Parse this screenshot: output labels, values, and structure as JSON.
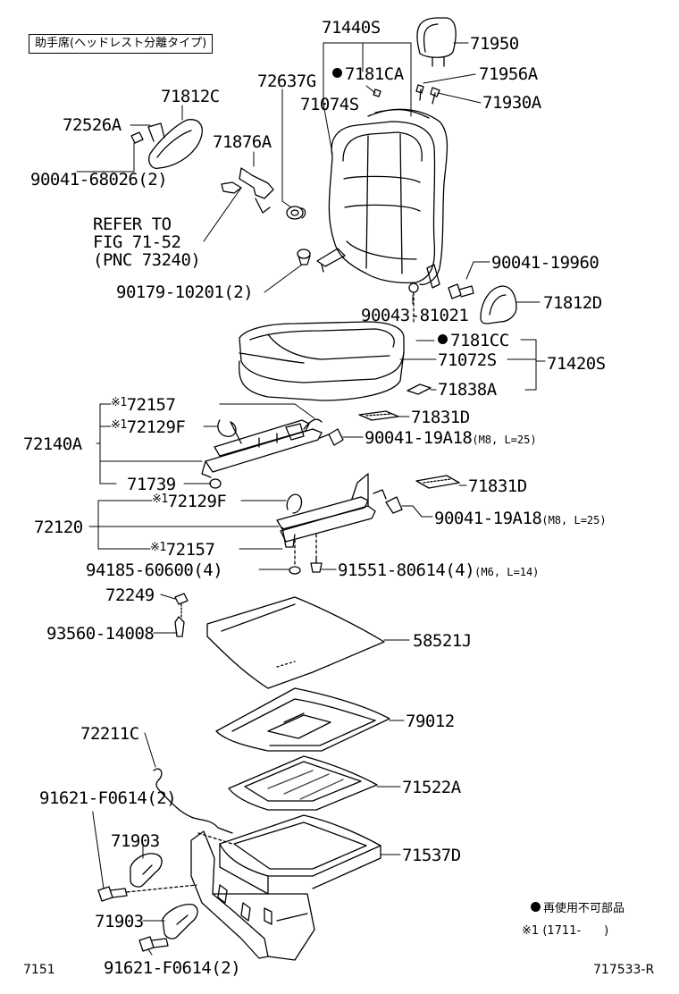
{
  "header": {
    "title_box": "助手席(ヘッドレスト分離タイプ)"
  },
  "parts": {
    "p71440S": "71440S",
    "p71950": "71950",
    "p72637G": "72637G",
    "p7181CA": "7181CA",
    "p71956A": "71956A",
    "p71812C": "71812C",
    "p71074S": "71074S",
    "p71930A": "71930A",
    "p72526A": "72526A",
    "p71876A": "71876A",
    "p90041_68026": "90041-68026(2)",
    "refer_line1": "REFER TO",
    "refer_line2": "FIG 71-52",
    "refer_line3": "(PNC 73240)",
    "p90041_19960": "90041-19960",
    "p90179": "90179-10201(2)",
    "p71812D": "71812D",
    "p90043": "90043-81021",
    "p7181CC": "7181CC",
    "p71072S": "71072S",
    "p71420S": "71420S",
    "p71838A": "71838A",
    "p72157a": "72157",
    "p72129Fa": "72129F",
    "p71831Da": "71831D",
    "p72140A": "72140A",
    "p90041_19A18a": "90041-19A18",
    "spec_m8a": "(M8, L=25)",
    "p71739": "71739",
    "p72129Fb": "72129F",
    "p71831Db": "71831D",
    "p72120": "72120",
    "p90041_19A18b": "90041-19A18",
    "spec_m8b": "(M8, L=25)",
    "p72157b": "72157",
    "p94185": "94185-60600(4)",
    "p91551": "91551-80614(4)",
    "spec_m6": "(M6, L=14)",
    "p72249": "72249",
    "p93560": "93560-14008",
    "p58521J": "58521J",
    "p79012": "79012",
    "p72211C": "72211C",
    "p71522A": "71522A",
    "p91621a": "91621-F0614(2)",
    "p71903a": "71903",
    "p71537D": "71537D",
    "p71903b": "71903",
    "p91621b": "91621-F0614(2)"
  },
  "markers": {
    "kome1": "※1"
  },
  "legend": {
    "dot_text": "再使用不可部品",
    "note1_mark": "※1",
    "note1_text": "(1711-　　)"
  },
  "footer": {
    "left": "7151",
    "right": "717533-R"
  }
}
